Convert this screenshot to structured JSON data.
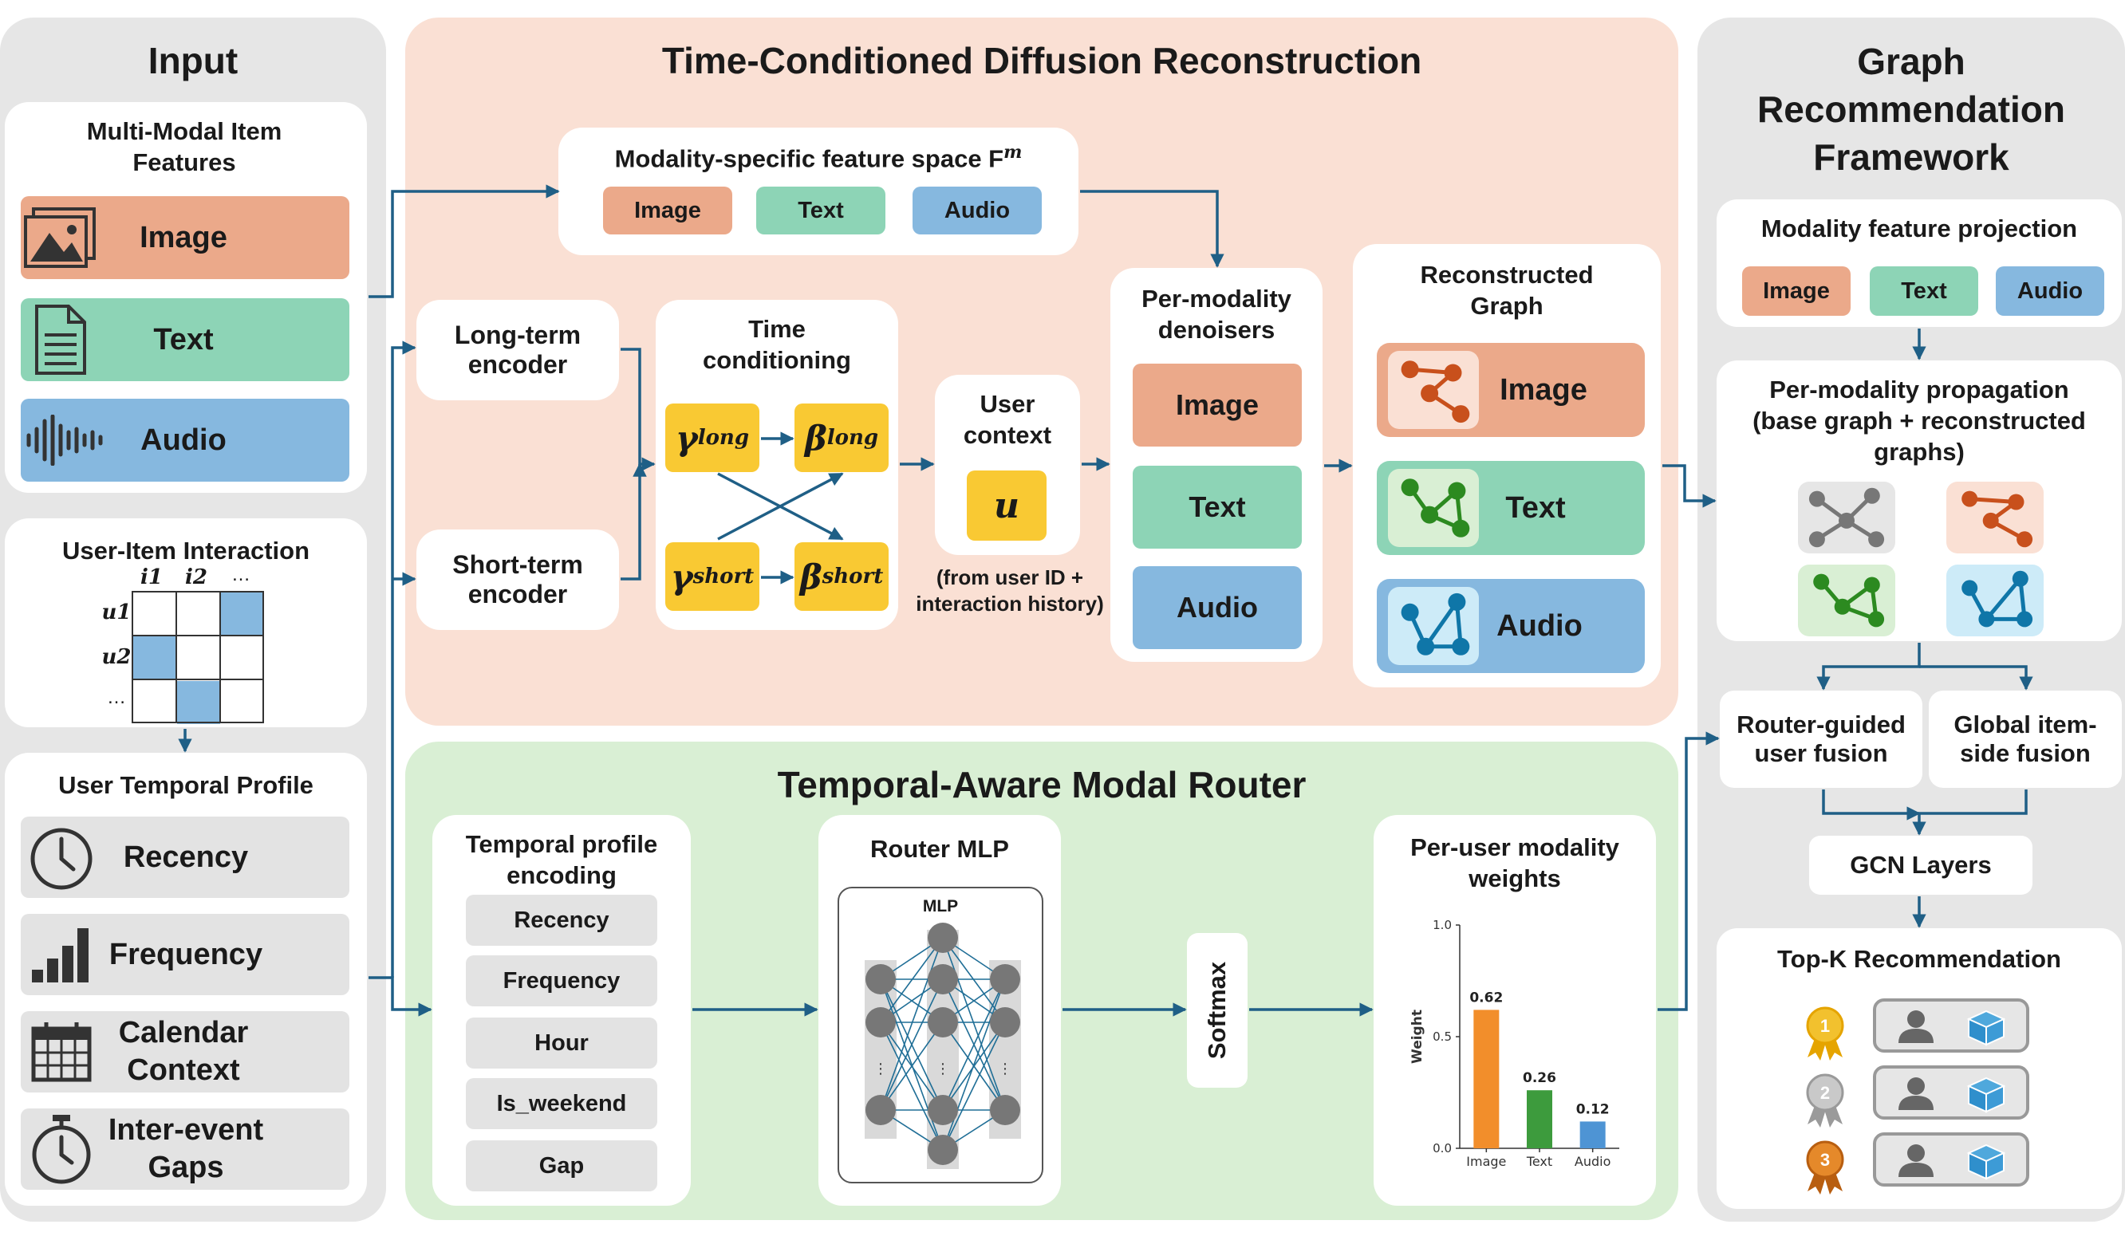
{
  "input_panel": {
    "title": "Input",
    "features_title": "Multi-Modal Item Features",
    "modalities": [
      {
        "label": "Image",
        "icon": "image-icon"
      },
      {
        "label": "Text",
        "icon": "document-icon"
      },
      {
        "label": "Audio",
        "icon": "waveform-icon"
      }
    ],
    "interaction_title": "User-Item Interaction",
    "matrix": {
      "cols": [
        "i1",
        "i2",
        "…"
      ],
      "rows": [
        "u1",
        "u2",
        "…"
      ]
    },
    "profile_title": "User Temporal Profile",
    "profile_items": [
      "Recency",
      "Frequency",
      "Calendar Context",
      "Inter-event Gaps"
    ]
  },
  "diffusion_panel": {
    "title": "Time-Conditioned Diffusion Reconstruction",
    "feature_space": {
      "label": "Modality-specific feature space F",
      "superscript": "m",
      "chips": [
        "Image",
        "Text",
        "Audio"
      ]
    },
    "long_encoder": "Long-term encoder",
    "short_encoder": "Short-term encoder",
    "time_conditioning": {
      "title": "Time conditioning",
      "gamma_long": {
        "base": "γ",
        "sup": "long"
      },
      "beta_long": {
        "base": "β",
        "sup": "long"
      },
      "gamma_short": {
        "base": "γ",
        "sup": "short"
      },
      "beta_short": {
        "base": "β",
        "sup": "short"
      }
    },
    "user_context": {
      "title": "User context",
      "symbol": "u",
      "note": "(from user ID + interaction history)"
    },
    "denoisers": {
      "title": "Per-modality denoisers",
      "items": [
        "Image",
        "Text",
        "Audio"
      ]
    },
    "reconstructed": {
      "title": "Reconstructed Graph",
      "items": [
        "Image",
        "Text",
        "Audio"
      ]
    }
  },
  "router_panel": {
    "title": "Temporal-Aware Modal Router",
    "encoding": {
      "title": "Temporal profile encoding",
      "items": [
        "Recency",
        "Frequency",
        "Hour",
        "Is_weekend",
        "Gap"
      ]
    },
    "mlp": {
      "title": "Router MLP",
      "inner_label": "MLP"
    },
    "softmax": "Softmax",
    "weights_title": "Per-user modality weights"
  },
  "chart_data": {
    "type": "bar",
    "categories": [
      "Image",
      "Text",
      "Audio"
    ],
    "values": [
      0.62,
      0.26,
      0.12
    ],
    "value_labels": [
      "0.62",
      "0.26",
      "0.12"
    ],
    "ylabel": "Weight",
    "ylim": [
      0.0,
      1.0
    ],
    "yticks": [
      "0.0",
      "0.5",
      "1.0"
    ],
    "colors": [
      "#f28e2b",
      "#3d9b3d",
      "#4e94d4"
    ]
  },
  "graph_panel": {
    "title": "Graph Recommendation Framework",
    "projection": {
      "title": "Modality feature projection",
      "chips": [
        "Image",
        "Text",
        "Audio"
      ]
    },
    "propagation": {
      "title": "Per-modality propagation (base graph + reconstructed graphs)"
    },
    "fusion_user": "Router-guided user fusion",
    "fusion_item": "Global item-side fusion",
    "gcn": "GCN Layers",
    "topk": {
      "title": "Top-K Recommendation",
      "ranks": [
        "1",
        "2",
        "3"
      ]
    }
  },
  "colors": {
    "image": "#eba98a",
    "text": "#8dd4b6",
    "audio": "#86b8df",
    "yellow": "#f9c933",
    "diffusion_bg": "#fae0d4",
    "router_bg": "#d9efd4",
    "side_bg": "#e6e6e6",
    "arrow": "#1f5f86",
    "node_grey": "#777777",
    "node_red": "#c8501c",
    "node_green": "#2c8a20",
    "node_blue": "#0f76a8"
  }
}
